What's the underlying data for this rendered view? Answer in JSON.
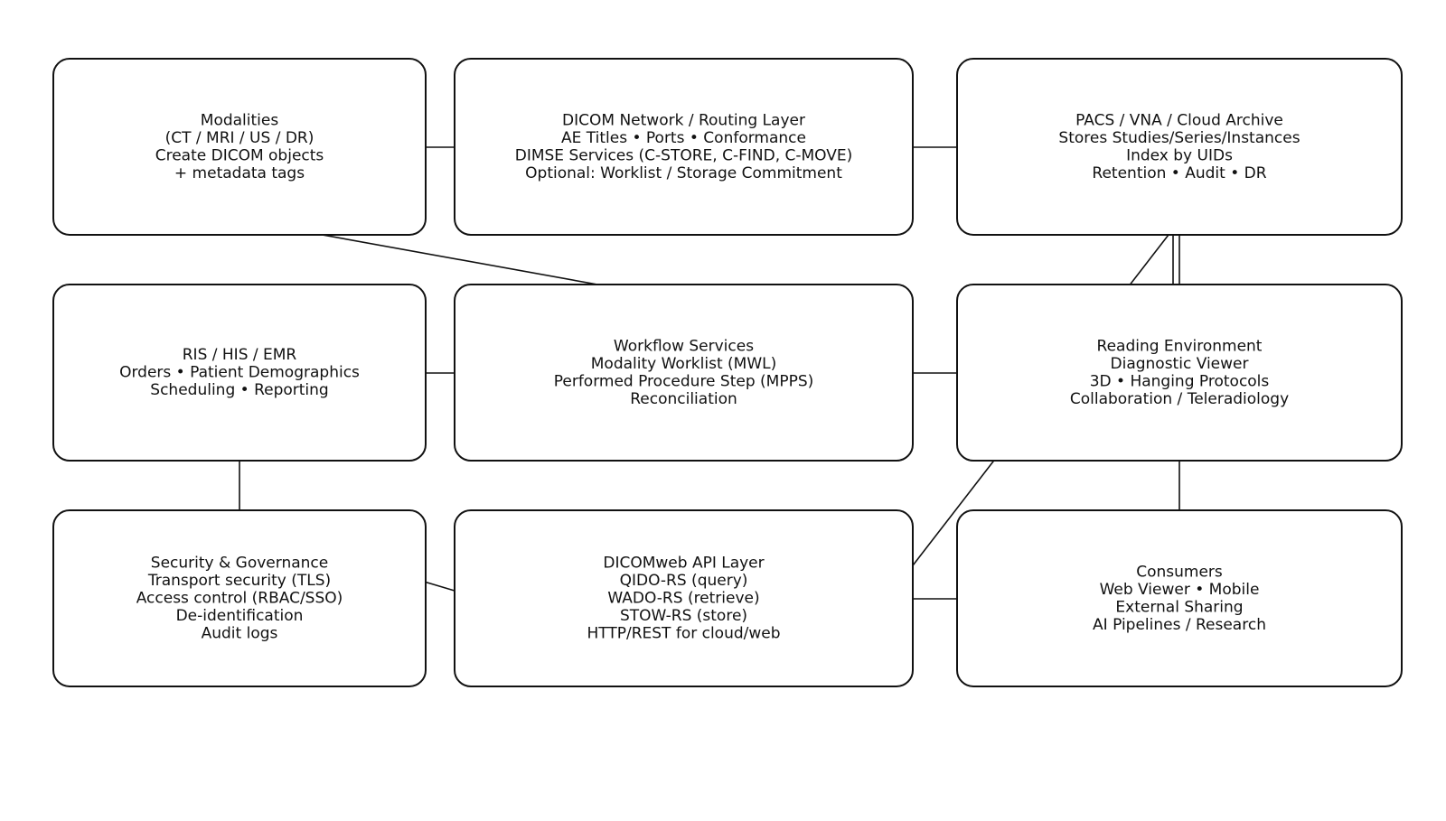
{
  "nodes": [
    {
      "id": "modalities",
      "lines": [
        "Modalities",
        "(CT / MRI / US / DR)",
        "Create DICOM objects",
        "+ metadata tags"
      ]
    },
    {
      "id": "dicom-network",
      "lines": [
        "DICOM Network / Routing Layer",
        "AE Titles • Ports • Conformance",
        "DIMSE Services (C-STORE, C-FIND, C-MOVE)",
        "Optional: Worklist / Storage Commitment"
      ]
    },
    {
      "id": "pacs",
      "lines": [
        "PACS / VNA / Cloud Archive",
        "Stores Studies/Series/Instances",
        "Index by UIDs",
        "Retention • Audit • DR"
      ]
    },
    {
      "id": "ris",
      "lines": [
        "RIS / HIS / EMR",
        "Orders • Patient Demographics",
        "Scheduling • Reporting"
      ]
    },
    {
      "id": "workflow",
      "lines": [
        "Workflow Services",
        "Modality Worklist (MWL)",
        "Performed Procedure Step (MPPS)",
        "Reconciliation"
      ]
    },
    {
      "id": "reading",
      "lines": [
        "Reading Environment",
        "Diagnostic Viewer",
        "3D • Hanging Protocols",
        "Collaboration / Teleradiology"
      ]
    },
    {
      "id": "security",
      "lines": [
        "Security & Governance",
        "Transport security (TLS)",
        "Access control (RBAC/SSO)",
        "De-identification",
        "Audit logs"
      ]
    },
    {
      "id": "dicomweb",
      "lines": [
        "DICOMweb API Layer",
        "QIDO-RS (query)",
        "WADO-RS (retrieve)",
        "STOW-RS (store)",
        "HTTP/REST for cloud/web"
      ]
    },
    {
      "id": "consumers",
      "lines": [
        "Consumers",
        "Web Viewer • Mobile",
        "External Sharing",
        "AI Pipelines / Research"
      ]
    }
  ],
  "edges": [
    {
      "from": "modalities",
      "to": "dicom-network"
    },
    {
      "from": "dicom-network",
      "to": "pacs"
    },
    {
      "from": "ris",
      "to": "workflow"
    },
    {
      "from": "workflow",
      "to": "reading"
    },
    {
      "from": "workflow",
      "to": "modalities"
    },
    {
      "from": "pacs",
      "to": "reading"
    },
    {
      "from": "reading",
      "to": "pacs"
    },
    {
      "from": "ris",
      "to": "security"
    },
    {
      "from": "security",
      "to": "dicomweb"
    },
    {
      "from": "dicomweb",
      "to": "consumers"
    },
    {
      "from": "reading",
      "to": "consumers"
    },
    {
      "from": "pacs",
      "to": "dicomweb"
    }
  ]
}
